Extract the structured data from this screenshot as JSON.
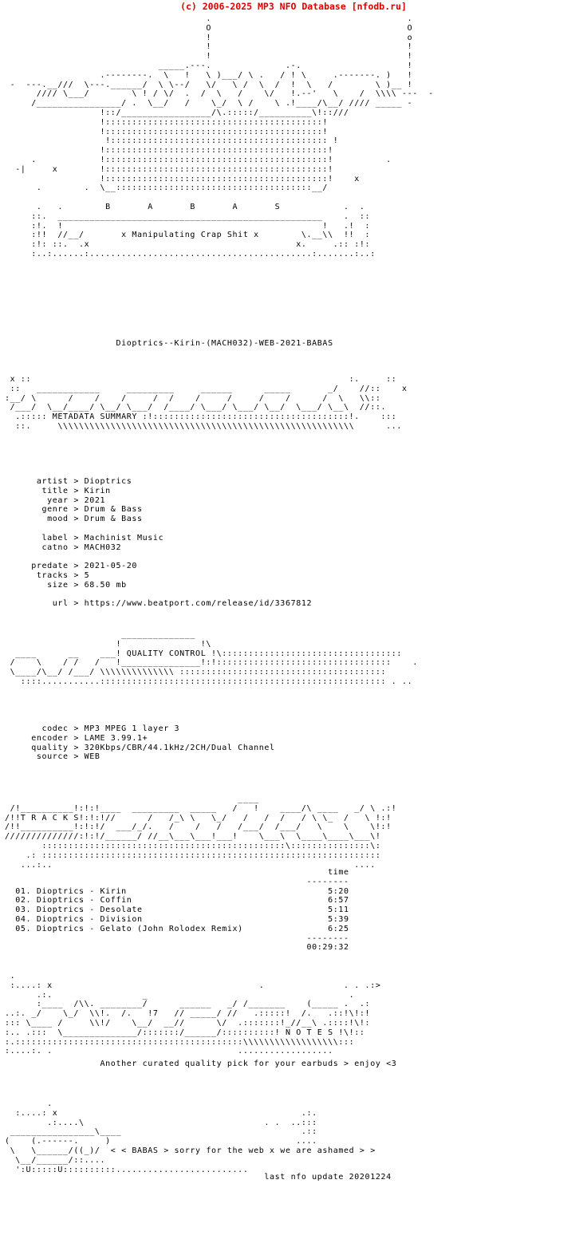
{
  "header": {
    "copyright": "(c) 2006-2025 MP3 NFO Database [nfodb.ru]",
    "color": "#e00000"
  },
  "logo": {
    "group_letters": "B   A   B   A   S",
    "tagline": "x Manipulating Crap Shit x",
    "ascii": "                                      .                                     .\n                                      O                                     O\n                                      !                                     o\n                                      !                                     !\n                                      !                                     !\n                             _____.---.              .-.                    !\n                  .--------.  \\   !   \\ )___/ \\ .   / ! \\     .-------. )   !\n -  ---.__///  \\---.______/  \\ \\--/   \\/   \\ /  \\  /  !  \\   /        \\ )__ !\n      //// \\___/        \\ ! / \\/  .  /  \\   /    \\/   !.--'   \\    /  \\\\\\\\ ---  -\n     /________________/ .  \\__/   /    \\_/  \\ /    \\ .!____/\\__/ //// _____ -\n                  !::/_________________/\\.:::::/__________\\!::///\n                  !:::::::::::::::::::::::::::::::::::::::::!\n                  !:::::::::::::::::::::::::::::::::::::::::!\n                   !::::::::::::::::::::::::::::::::::::::::: !\n                  !::::::::::::::::::::::::::::::::::::::::::!\n     .            !::::::::::::::::::::::::::::::::::::::::::!          .\n  -|     x        !::::::::::::::::::::::::::::::::::::::::::!\n                  !::::::::::::::::::::::::::::::::::::::::::!    x\n      .        .  \\__:::::::::::::::::::::::::::::::::::::__/\n\n      .   .        B       A       B       A       S            .  .\n     ::.  __________________________________________________    .  ::\n     :!.  !                                                 !   .!  :\n     :!!  //__/       x Manipulating Crap Shit x        \\.__\\\\  !!  :\n     :!: ::.  .x                                       x.     .:: :!:\n     :..:......:..........................................:.......:..:"
  },
  "release": {
    "title": "Dioptrics--Kirin-(MACH032)-WEB-2021-BABAS"
  },
  "sections": {
    "metadata_label": "METADATA SUMMARY",
    "quality_label": "QUALITY CONTROL",
    "tracks_label": "T R A C K S",
    "notes_label": "N O T E S"
  },
  "metadata_banner": " x ::                                                            :.     ::\n ::   ____________     _________     ______      _____       _/    //::    x\n:__/ \\      /    /    /     /  /    /     /     /    /      /  \\   \\\\::\n /___/  \\__/____/ \\__/ \\___/  /____/ \\___/ \\___/ \\__/  \\___/ \\__\\  //::.\n  .::::: METADATA SUMMARY :!:::::::::::::::::::::::::::::::::::::!.    :::\n  ::.     \\\\\\\\\\\\\\\\\\\\\\\\\\\\\\\\\\\\\\\\\\\\\\\\\\\\\\\\\\\\\\\\\\\\\\\\\\\\\\\\\\\\\\\\\\\\\\\\\\\\\\\\\\\\\\\\      ...",
  "metadata": {
    "fields": [
      {
        "key": "artist",
        "value": "Dioptrics"
      },
      {
        "key": "title",
        "value": "Kirin"
      },
      {
        "key": "year",
        "value": "2021"
      },
      {
        "key": "genre",
        "value": "Drum & Bass"
      },
      {
        "key": "mood",
        "value": "Drum & Bass"
      },
      {
        "key": "",
        "value": ""
      },
      {
        "key": "label",
        "value": "Machinist Music"
      },
      {
        "key": "catno",
        "value": "MACH032"
      },
      {
        "key": "",
        "value": ""
      },
      {
        "key": "predate",
        "value": "2021-05-20"
      },
      {
        "key": "tracks",
        "value": "5"
      },
      {
        "key": "size",
        "value": "68.50 mb"
      },
      {
        "key": "",
        "value": ""
      },
      {
        "key": "url",
        "value": "https://www.beatport.com/release/id/3367812"
      }
    ],
    "text": "      artist > Dioptrics\n       title > Kirin\n        year > 2021\n       genre > Drum & Bass\n        mood > Drum & Bass\n\n       label > Machinist Music\n       catno > MACH032\n\n     predate > 2021-05-20\n      tracks > 5\n        size > 68.50 mb\n\n         url > https://www.beatport.com/release/id/3367812"
  },
  "quality_banner": "                      ______________\n                     !               !\\\n  ____      __    ___! QUALITY CONTROL !\\::::::::::::::::::::::::::::::::::\n /    \\    / /   /   !_______________!:!:::::::::::::::::::::::::::::::::    .\n \\____/\\__/ /___/ \\\\\\\\\\\\\\\\\\\\\\\\\\\\ :::::::::::::::::::::::::::::::::::::::\n   ::::...........:::::::::::::::::::::::::::::::::::::::::::::::::::::: . ..",
  "quality": {
    "fields": [
      {
        "key": "codec",
        "value": "MP3 MPEG 1 layer 3"
      },
      {
        "key": "encoder",
        "value": "LAME 3.99.1+"
      },
      {
        "key": "quality",
        "value": "320Kbps/CBR/44.1kHz/2CH/Dual Channel"
      },
      {
        "key": "source",
        "value": "WEB"
      }
    ],
    "text": "       codec > MP3 MPEG 1 layer 3\n     encoder > LAME 3.99.1+\n     quality > 320Kbps/CBR/44.1kHz/2CH/Dual Channel\n      source > WEB"
  },
  "tracks_banner": "                                            ____\n /!__________!:!:!____  _________  _____   /   !    ____/\\ ____   _/ \\ .:!\n/!!T R A C K S!:!:!//      /   /_\\ \\   \\_/   /   /  /   / \\ \\_  /   \\ !:!\n/!!__________!:!:!/  ___/_/.   /    /   /   /___/  /___/   \\    \\    \\!:!\n//////////////:!:!/______/ //__\\___\\___!___!    \\___\\  \\____\\____\\___\\!\n       ::::::::::::::::::::::::::::::::::::::::::::::\\:::::::::::::::\\:\n    .: ::::::::::::::::::::::::::::::::::::::::::::::::::::::::::::::::\n   ...:..                                                         ....",
  "tracks": {
    "time_header": "time",
    "divider": "--------",
    "items": [
      {
        "num": "01.",
        "name": "Dioptrics - Kirin",
        "time": "5:20"
      },
      {
        "num": "02.",
        "name": "Dioptrics - Coffin",
        "time": "6:57"
      },
      {
        "num": "03.",
        "name": "Dioptrics - Desolate",
        "time": "5:11"
      },
      {
        "num": "04.",
        "name": "Dioptrics - Division",
        "time": "5:39"
      },
      {
        "num": "05.",
        "name": "Dioptrics - Gelato (John Rolodex Remix)",
        "time": "6:25"
      }
    ],
    "total": "00:29:32",
    "text": "                                                             time\n                                                         --------\n  01. Dioptrics - Kirin                                      5:20\n  02. Dioptrics - Coffin                                     6:57\n  03. Dioptrics - Desolate                                   5:11\n  04. Dioptrics - Division                                   5:39\n  05. Dioptrics - Gelato (John Rolodex Remix)                6:25\n                                                         --------\n                                                         00:29:32"
  },
  "notes_banner": " .\n :....: x                                       .               . . .:>\n      .:.                 _                                      .\n      :____  /\\\\. ________/      ______   _/ /_______    (_____ .  .:\n..:. _/    \\_/  \\\\!.  /.   !7   // _____/ //   .:::::!  /.   .::!\\!:!\n::: \\____ /     \\\\!/    \\__/  __//      \\/  .:::::::!_//__\\ .::::!\\!:\n:.. .:::  \\______________/:::::::/______/::::::::::! N O T E S !\\!::\n:.:::::::::::::::::::::::::::::::::::::::::::\\\\\\\\\\\\\\\\\\\\\\\\\\\\\\\\\\\\:::\n:....:. .                                   ..................",
  "notes": {
    "text": "Another curated quality pick for your earbuds > enjoy <3"
  },
  "footer_banner": "        . \n  :....: x                                              .:.\n        .:....\\                                  . .  ..:::\n ________________\\____                                  .::\n(    (.------.     )                                   ....\n \\   \\______/((_)/  < < BABAS > sorry for the web x we are ashamed > >\n  \\__/______/::....\n  ':U:::::U::::::::::.........................",
  "footer": {
    "sign_off": "< < BABAS > sorry for the web x we are ashamed > >",
    "last_update": "last nfo update 20201224"
  }
}
